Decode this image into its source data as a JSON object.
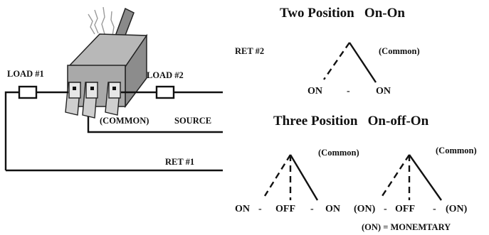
{
  "switch_drawing": {
    "load1_label": "LOAD #1",
    "load2_label": "LOAD #2",
    "common_label": "(COMMON)",
    "source_label": "SOURCE",
    "ret1_label": "RET #1"
  },
  "two_position": {
    "title": "Two Position   On-On",
    "ret2_label": "RET #2",
    "common_label": "(Common)",
    "left_label": "ON",
    "sep_label": "-",
    "right_label": "ON"
  },
  "three_position": {
    "title": "Three Position   On-off-On",
    "left": {
      "common_label": "(Common)",
      "positions": [
        "ON",
        "-",
        "OFF",
        "-",
        "ON"
      ]
    },
    "right": {
      "common_label": "(Common)",
      "positions": [
        "(ON)",
        "-",
        "OFF",
        "-",
        "(ON)"
      ]
    },
    "note": "(ON) = MONEMTARY"
  }
}
